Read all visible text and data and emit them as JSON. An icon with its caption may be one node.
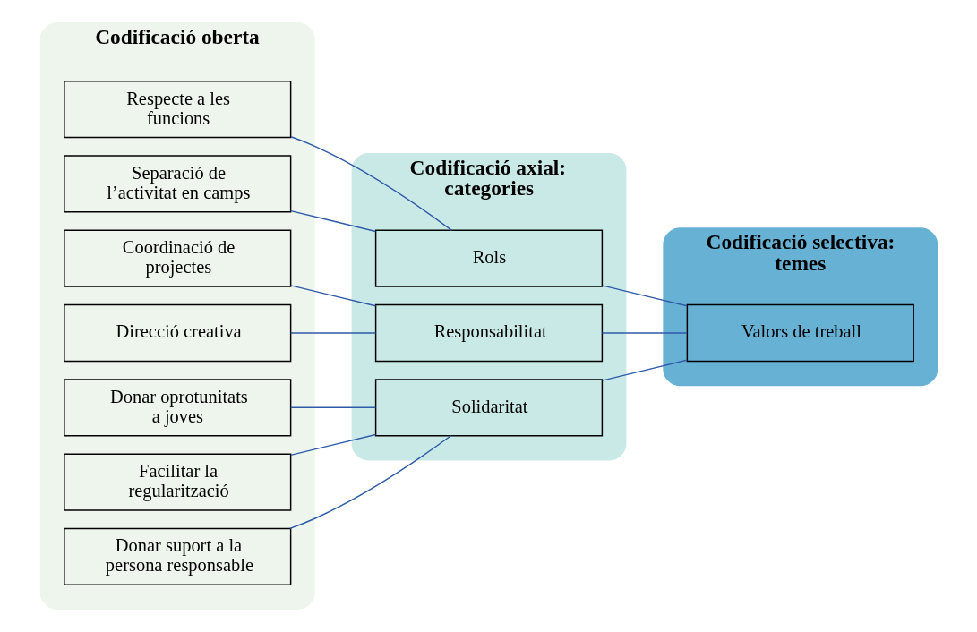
{
  "diagram": {
    "nodes": [
      {
        "text": [
          "Codificació oberta"
        ]
      },
      {
        "text": [
          "Respecte a les funcions"
        ],
        "in": 0
      },
      {
        "text": [
          "Separació de l’activitat en camps"
        ],
        "in": 0
      },
      {
        "text": [
          "Coordinació de projectes"
        ],
        "in": 0
      },
      {
        "text": [
          "Direcció creativa"
        ],
        "in": 0
      },
      {
        "text": [
          "Donar oprotunitats a joves"
        ],
        "in": 0
      },
      {
        "text": [
          "Facilitar la regularització"
        ],
        "in": 0
      },
      {
        "text": [
          "Donar suport a la persona responsable"
        ],
        "in": 0
      },
      {
        "text": [
          "Codificació axial: categories"
        ]
      },
      {
        "text": [
          "Rols"
        ],
        "in": 8
      },
      {
        "text": [
          "Responsabilitat"
        ],
        "in": 8
      },
      {
        "text": [
          "Solidaritat"
        ],
        "in": 8
      },
      {
        "text": [
          "Codificació selectiva: temes"
        ]
      },
      {
        "text": [
          "Valors de treball"
        ],
        "in": 12
      }
    ],
    "edges": [
      {
        "from": 1,
        "to": 9,
        "arrow": "none"
      },
      {
        "from": 2,
        "to": 9,
        "arrow": "none"
      },
      {
        "from": 3,
        "to": 10,
        "arrow": "none"
      },
      {
        "from": 4,
        "to": 10,
        "arrow": "none"
      },
      {
        "from": 5,
        "to": 11,
        "arrow": "none"
      },
      {
        "from": 6,
        "to": 11,
        "arrow": "none"
      },
      {
        "from": 7,
        "to": 11,
        "arrow": "none"
      },
      {
        "from": 9,
        "to": 13,
        "arrow": "none"
      },
      {
        "from": 10,
        "to": 13,
        "arrow": "none"
      },
      {
        "from": 11,
        "to": 13,
        "arrow": "none"
      }
    ]
  }
}
